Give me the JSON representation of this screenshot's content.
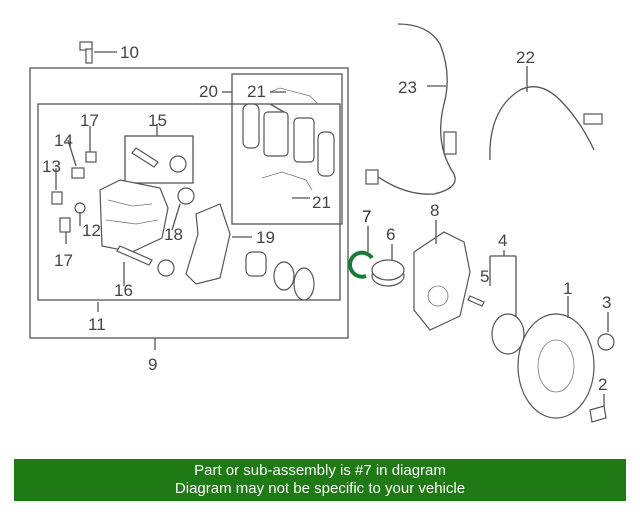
{
  "diagram": {
    "callouts": [
      {
        "id": "c10",
        "text": "10"
      },
      {
        "id": "c20",
        "text": "20"
      },
      {
        "id": "c21a",
        "text": "21"
      },
      {
        "id": "c21b",
        "text": "21"
      },
      {
        "id": "c15",
        "text": "15"
      },
      {
        "id": "c17a",
        "text": "17"
      },
      {
        "id": "c14",
        "text": "14"
      },
      {
        "id": "c13",
        "text": "13"
      },
      {
        "id": "c12",
        "text": "12"
      },
      {
        "id": "c17b",
        "text": "17"
      },
      {
        "id": "c18",
        "text": "18"
      },
      {
        "id": "c16",
        "text": "16"
      },
      {
        "id": "c19",
        "text": "19"
      },
      {
        "id": "c11",
        "text": "11"
      },
      {
        "id": "c9",
        "text": "9"
      },
      {
        "id": "c23",
        "text": "23"
      },
      {
        "id": "c22",
        "text": "22"
      },
      {
        "id": "c7",
        "text": "7"
      },
      {
        "id": "c6",
        "text": "6"
      },
      {
        "id": "c8",
        "text": "8"
      },
      {
        "id": "c4",
        "text": "4"
      },
      {
        "id": "c5",
        "text": "5"
      },
      {
        "id": "c1",
        "text": "1"
      },
      {
        "id": "c3",
        "text": "3"
      },
      {
        "id": "c2",
        "text": "2"
      }
    ],
    "highlight_color": "#1a7a3a"
  },
  "banner": {
    "line1": "Part or sub-assembly is #7 in diagram",
    "line2": "Diagram may not be specific to your vehicle",
    "background": "#1f7a16",
    "text_color": "#ffffff"
  }
}
